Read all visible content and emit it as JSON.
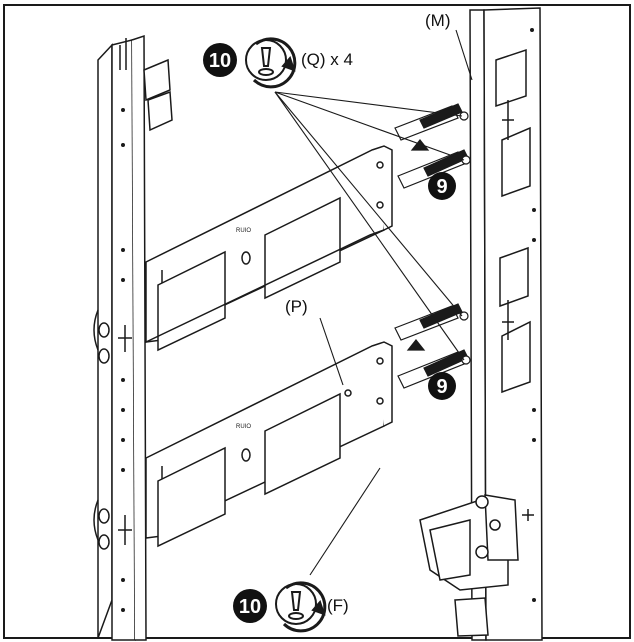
{
  "labels": {
    "rail_m": "(M)",
    "bracket_p": "(P)",
    "screw_q": "(Q) x 4",
    "screw_f": "(F)"
  },
  "steps": {
    "tighten_top": "10",
    "insert_upper": "9",
    "insert_lower": "9",
    "tighten_bottom": "10"
  },
  "colors": {
    "line": "#1a1a1a",
    "step_badge": "#111111",
    "background": "#ffffff"
  }
}
